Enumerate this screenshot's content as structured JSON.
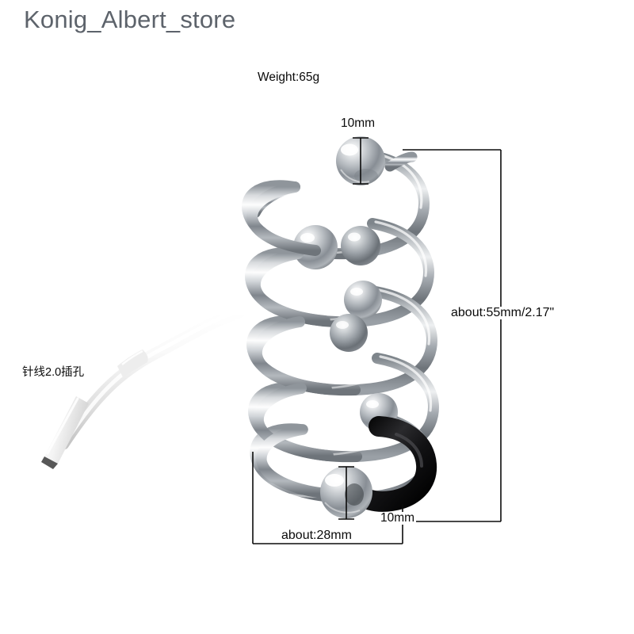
{
  "page": {
    "background": "#ffffff",
    "title_color": "#5d636b",
    "annotation_color": "#0b0b0b"
  },
  "store": {
    "name": "Konig_Albert_store"
  },
  "product": {
    "description": "stainless steel spiral coil with polished steel beads, black rubber hook and white electro-stimulation cable",
    "coil_color": "#c9ccd0",
    "bead_color": "#b9bdc2",
    "rubber_color": "#1a1a1c",
    "cable_color": "#efefef",
    "coil_loops": 6
  },
  "annotations": {
    "weight": "Weight:65g",
    "top_bead_diameter": "10mm",
    "total_height": "about:55mm/2.17\"",
    "bottom_bead_diameter": "10mm",
    "total_width": "about:28mm",
    "socket": "针线2.0插孔"
  }
}
